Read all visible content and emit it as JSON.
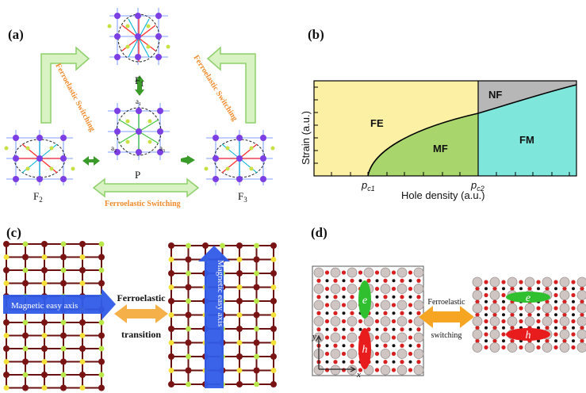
{
  "panel_a": {
    "label": "(a)",
    "states": {
      "f1": "F",
      "f1_sub": "1",
      "f2": "F",
      "f2_sub": "2",
      "f3": "F",
      "f3_sub": "3",
      "p": "P"
    },
    "lattice_vectors": {
      "a1": "a",
      "a1_sub": "1",
      "a2": "a",
      "a2_sub": "2",
      "a3": "a",
      "a3_sub": "3"
    },
    "switch_label": "Ferroelastic Switching"
  },
  "panel_b": {
    "label": "(b)",
    "chart_data": {
      "type": "area",
      "xlabel": "Hole density (a.u.)",
      "ylabel": "Strain (a.u.)",
      "x_ticks": [
        "p",
        "p"
      ],
      "x_tick_subs": [
        "c1",
        "c2"
      ],
      "regions": [
        "FE",
        "MF",
        "NF",
        "FM"
      ],
      "colors": {
        "FE": "#fbf0a3",
        "MF": "#a9d56d",
        "NF": "#b7b7b7",
        "FM": "#7fe6dc"
      }
    }
  },
  "panel_c": {
    "label": "(c)",
    "easy_axis_label": "Magnetic easy axis",
    "transition_line1": "Ferroelastic",
    "transition_line2": "transition"
  },
  "panel_d": {
    "label": "(d)",
    "electron": "e",
    "hole": "h",
    "axis_x": "x",
    "axis_y": "y",
    "switch_line1": "Ferroelastic",
    "switch_line2": "switching"
  }
}
